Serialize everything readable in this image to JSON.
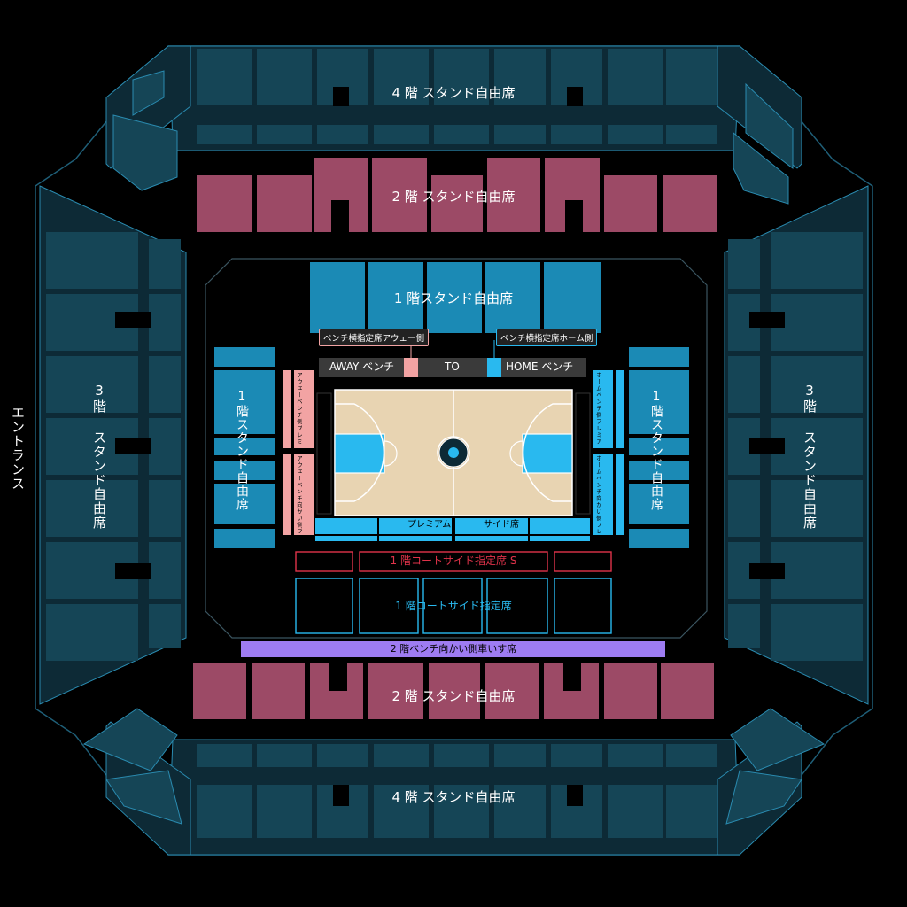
{
  "labels": {
    "stand4_top": "4 階 スタンド自由席",
    "stand4_bottom": "4 階 スタンド自由席",
    "stand2_top": "2 階 スタンド自由席",
    "stand2_bottom": "2 階 スタンド自由席",
    "stand1_top": "1 階スタンド自由席",
    "stand1_left": "1階スタンド自由席",
    "stand1_right": "1階スタンド自由席",
    "stand3_left": "3階 スタンド自由席",
    "stand3_right": "3階 スタンド自由席",
    "entrance": "エントランス",
    "bench_away_tag": "ベンチ横指定席アウェー側",
    "bench_home_tag": "ベンチ横指定席ホーム側",
    "away_bench": "AWAY ベンチ",
    "home_bench": "HOME ベンチ",
    "to": "TO",
    "premium_end_away_1": "アウェーベンチ側プレミアムエンド",
    "premium_end_away_2": "アウェーベンチ向かい側プレミアムエンド",
    "premium_end_home_1": "ホームベンチ側プレミアムエンド",
    "premium_end_home_2": "ホームベンチ向かい側プレミアムエンド",
    "premium_side_1": "プレミアム",
    "premium_side_2": "サイド席",
    "courtside_s": "1 階コートサイド指定席 S",
    "courtside": "1 階コートサイド指定席",
    "wheelchair": "2 階ベンチ向かい側車いす席"
  },
  "colors": {
    "stand_teal": "#154556",
    "stand_teal_edge": "#2a8bb0",
    "stand2_pink": "#9c4a66",
    "stand1_blue": "#1b8ab5",
    "premium_side_blue": "#29b9ef",
    "premium_end_pink": "#f2a3a3",
    "courtside_s_red": "#e0334a",
    "courtside_blue": "#29b9ef",
    "wheelchair_purple": "#9e7cf2",
    "court_wood": "#e8d4b2",
    "paint_blue": "#29b9ef"
  },
  "icons": {
    "team_logo": "basketball-logo-icon"
  }
}
